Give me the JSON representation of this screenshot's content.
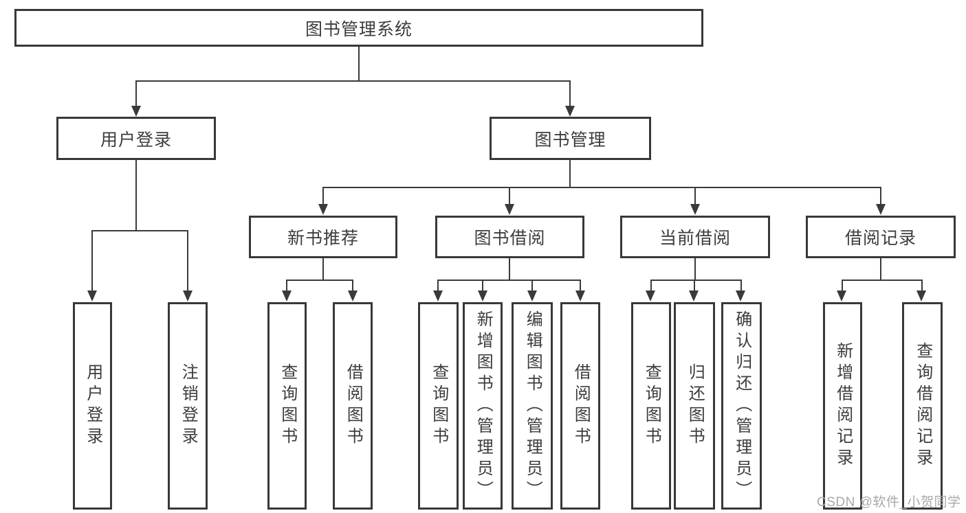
{
  "nodes": {
    "root": "图书管理系统",
    "user_login": "用户登录",
    "book_mgmt": "图书管理",
    "new_books": "新书推荐",
    "book_borrow": "图书借阅",
    "current_borrow": "当前借阅",
    "borrow_records": "借阅记录",
    "leaf_user_login": "用户登录",
    "leaf_logout": "注销登录",
    "leaf_query_books_1": "查询图书",
    "leaf_borrow_books_1": "借阅图书",
    "leaf_query_books_2": "查询图书",
    "leaf_add_books": "新增图书（管理员）",
    "leaf_edit_books": "编辑图书（管理员）",
    "leaf_borrow_books_2": "借阅图书",
    "leaf_query_books_3": "查询图书",
    "leaf_return_books": "归还图书",
    "leaf_confirm_return": "确认归还（管理员）",
    "leaf_add_record": "新增借阅记录",
    "leaf_query_record": "查询借阅记录"
  },
  "structure": {
    "root": [
      "user_login",
      "book_mgmt"
    ],
    "user_login": [
      "leaf_user_login",
      "leaf_logout"
    ],
    "book_mgmt": [
      "new_books",
      "book_borrow",
      "current_borrow",
      "borrow_records"
    ],
    "new_books": [
      "leaf_query_books_1",
      "leaf_borrow_books_1"
    ],
    "book_borrow": [
      "leaf_query_books_2",
      "leaf_add_books",
      "leaf_edit_books",
      "leaf_borrow_books_2"
    ],
    "current_borrow": [
      "leaf_query_books_3",
      "leaf_return_books",
      "leaf_confirm_return"
    ],
    "borrow_records": [
      "leaf_add_record",
      "leaf_query_record"
    ]
  },
  "watermark": {
    "text": "CSDN @软件_小贺同学",
    "color": "#a8a8a8"
  },
  "colors": {
    "background": "#ffffff",
    "line": "#3a3a3a",
    "box_border": "#383838",
    "text": "#3c3c3c"
  }
}
